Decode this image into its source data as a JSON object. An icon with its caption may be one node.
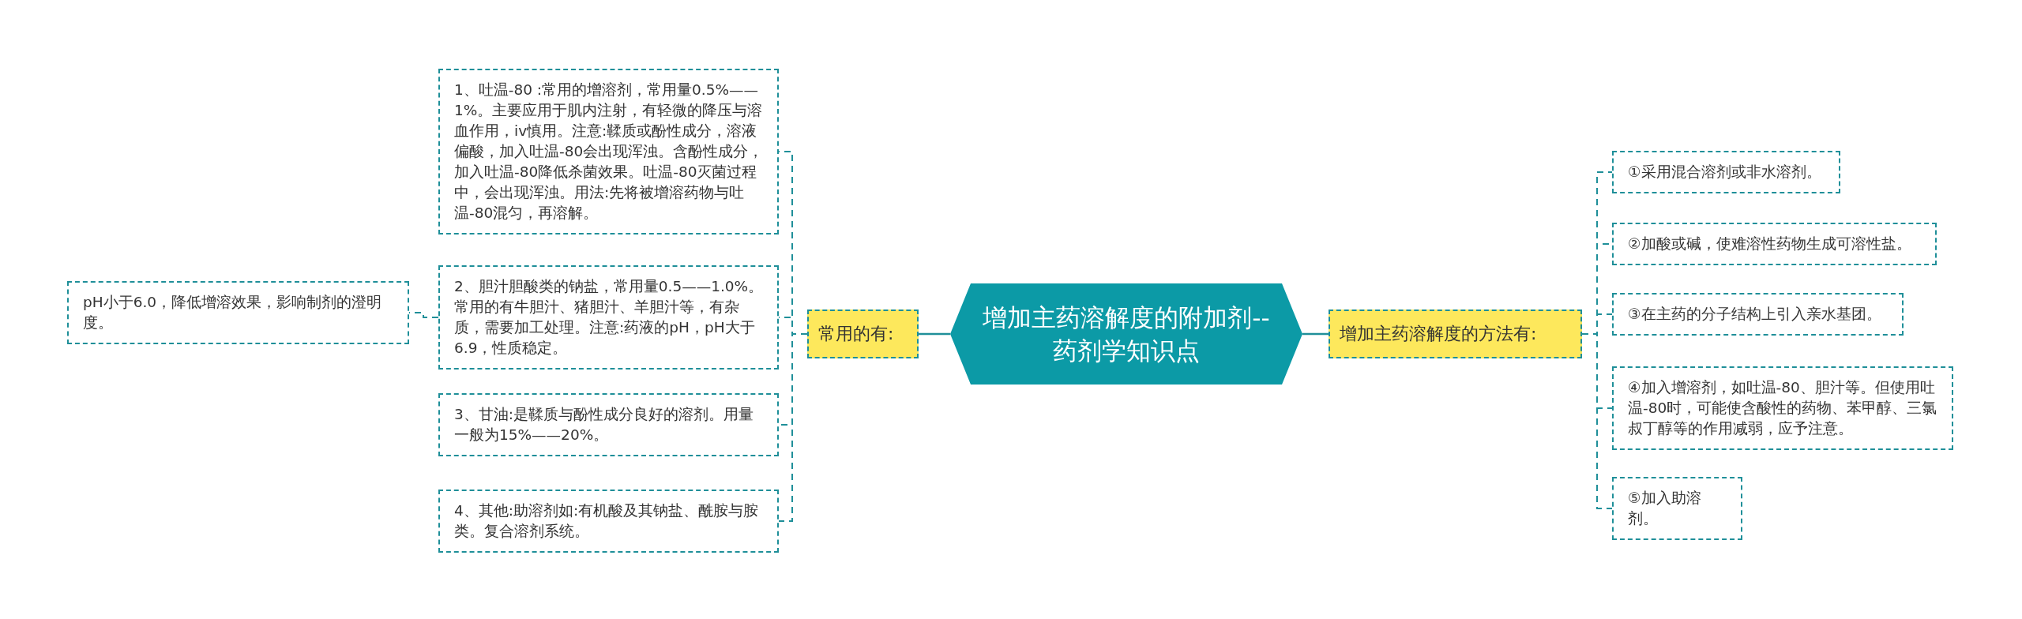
{
  "diagram": {
    "nodes": [
      {
        "text": [
          "增加主药溶解度的附加剂--药剂学知识点"
        ]
      },
      {
        "text": [
          "常用的有:"
        ]
      },
      {
        "text": [
          "1、吐温-80 :常用的增溶剂，常用量0.5%——1%。主要应用于肌内注射，有轻微的降压与溶血作用，iv慎用。注意:鞣质或酚性成分，溶液偏酸，加入吐温-80会出现浑浊。含酚性成分，加入吐温-80降低杀菌效果。吐温-80灭菌过程中，会出现浑浊。用法:先将被增溶药物与吐温-80混匀，再溶解。"
        ]
      },
      {
        "text": [
          "2、胆汁胆酸类的钠盐，常用量0.5——1.0%。常用的有牛胆汁、猪胆汁、羊胆汁等，有杂质，需要加工处理。注意:药液的pH，pH大于6.9，性质稳定。"
        ]
      },
      {
        "text": [
          "pH小于6.0，降低增溶效果，影响制剂的澄明度。"
        ]
      },
      {
        "text": [
          "3、甘油:是鞣质与酚性成分良好的溶剂。用量一般为15%——20%。"
        ]
      },
      {
        "text": [
          "4、其他:助溶剂如:有机酸及其钠盐、酰胺与胺类。复合溶剂系统。"
        ]
      },
      {
        "text": [
          "增加主药溶解度的方法有:"
        ]
      },
      {
        "text": [
          "①采用混合溶剂或非水溶剂。"
        ]
      },
      {
        "text": [
          "②加酸或碱，使难溶性药物生成可溶性盐。"
        ]
      },
      {
        "text": [
          "③在主药的分子结构上引入亲水基团。"
        ]
      },
      {
        "text": [
          "④加入增溶剂，如吐温-80、胆汁等。但使用吐温-80时，可能使含酸性的药物、苯甲醇、三氯叔丁醇等的作用减弱，应予注意。"
        ]
      },
      {
        "text": [
          "⑤加入助溶剂。"
        ]
      }
    ],
    "edges": [
      {
        "from": 0,
        "to": 1,
        "arrow": "none"
      },
      {
        "from": 1,
        "to": 2,
        "arrow": "none",
        "style": "dashed"
      },
      {
        "from": 1,
        "to": 3,
        "arrow": "none",
        "style": "dashed"
      },
      {
        "from": 3,
        "to": 4,
        "arrow": "none",
        "style": "dashed"
      },
      {
        "from": 1,
        "to": 5,
        "arrow": "none",
        "style": "dashed"
      },
      {
        "from": 1,
        "to": 6,
        "arrow": "none",
        "style": "dashed"
      },
      {
        "from": 0,
        "to": 7,
        "arrow": "none"
      },
      {
        "from": 7,
        "to": 8,
        "arrow": "none",
        "style": "dashed"
      },
      {
        "from": 7,
        "to": 9,
        "arrow": "none",
        "style": "dashed"
      },
      {
        "from": 7,
        "to": 10,
        "arrow": "none",
        "style": "dashed"
      },
      {
        "from": 7,
        "to": 11,
        "arrow": "none",
        "style": "dashed"
      },
      {
        "from": 7,
        "to": 12,
        "arrow": "none",
        "style": "dashed"
      }
    ]
  }
}
